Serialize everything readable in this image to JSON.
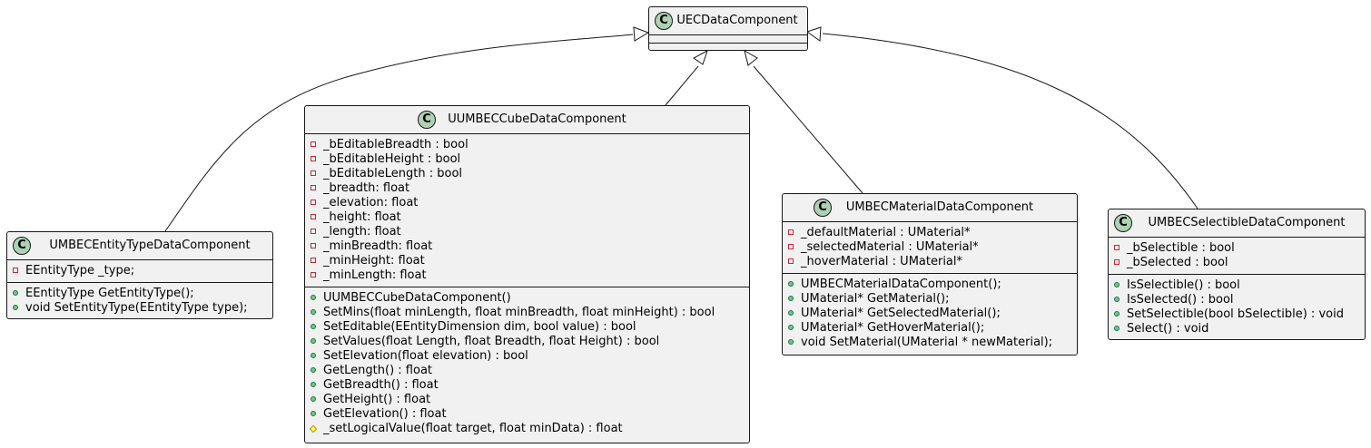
{
  "diagram": {
    "parent": {
      "stereotype_letter": "C",
      "name": "UECDataComponent",
      "fields": [],
      "methods": []
    },
    "children": [
      {
        "key": "entity-type",
        "stereotype_letter": "C",
        "name": "UMBECEntityTypeDataComponent",
        "fields": [
          {
            "visibility": "private",
            "text": "EEntityType _type;"
          }
        ],
        "methods": [
          {
            "visibility": "public",
            "text": "EEntityType GetEntityType();"
          },
          {
            "visibility": "public",
            "text": "void SetEntityType(EEntityType type);"
          }
        ]
      },
      {
        "key": "cube",
        "stereotype_letter": "C",
        "name": "UUMBECCubeDataComponent",
        "fields": [
          {
            "visibility": "private",
            "text": "_bEditableBreadth : bool"
          },
          {
            "visibility": "private",
            "text": "_bEditableHeight : bool"
          },
          {
            "visibility": "private",
            "text": "_bEditableLength : bool"
          },
          {
            "visibility": "private",
            "text": "_breadth: float"
          },
          {
            "visibility": "private",
            "text": "_elevation: float"
          },
          {
            "visibility": "private",
            "text": "_height: float"
          },
          {
            "visibility": "private",
            "text": "_length: float"
          },
          {
            "visibility": "private",
            "text": "_minBreadth: float"
          },
          {
            "visibility": "private",
            "text": "_minHeight: float"
          },
          {
            "visibility": "private",
            "text": "_minLength: float"
          }
        ],
        "methods": [
          {
            "visibility": "public",
            "text": "UUMBECCubeDataComponent()"
          },
          {
            "visibility": "public",
            "text": "SetMins(float minLength, float minBreadth, float minHeight) : bool"
          },
          {
            "visibility": "public",
            "text": "SetEditable(EEntityDimension dim, bool value) : bool"
          },
          {
            "visibility": "public",
            "text": "SetValues(float Length, float Breadth, float Height) : bool"
          },
          {
            "visibility": "public",
            "text": "SetElevation(float elevation) : bool"
          },
          {
            "visibility": "public",
            "text": "GetLength() : float"
          },
          {
            "visibility": "public",
            "text": "GetBreadth() : float"
          },
          {
            "visibility": "public",
            "text": "GetHeight() : float"
          },
          {
            "visibility": "public",
            "text": "GetElevation() : float"
          },
          {
            "visibility": "protected",
            "text": "_setLogicalValue(float target, float minData) : float"
          }
        ]
      },
      {
        "key": "material",
        "stereotype_letter": "C",
        "name": "UMBECMaterialDataComponent",
        "fields": [
          {
            "visibility": "private",
            "text": "_defaultMaterial : UMaterial*"
          },
          {
            "visibility": "private",
            "text": "_selectedMaterial : UMaterial*"
          },
          {
            "visibility": "private",
            "text": "_hoverMaterial : UMaterial*"
          }
        ],
        "methods": [
          {
            "visibility": "public",
            "text": "UMBECMaterialDataComponent();"
          },
          {
            "visibility": "public",
            "text": "UMaterial* GetMaterial();"
          },
          {
            "visibility": "public",
            "text": "UMaterial* GetSelectedMaterial();"
          },
          {
            "visibility": "public",
            "text": "UMaterial* GetHoverMaterial();"
          },
          {
            "visibility": "public",
            "text": "void SetMaterial(UMaterial * newMaterial);"
          }
        ]
      },
      {
        "key": "selectible",
        "stereotype_letter": "C",
        "name": "UMBECSelectibleDataComponent",
        "fields": [
          {
            "visibility": "private",
            "text": "_bSelectible : bool"
          },
          {
            "visibility": "private",
            "text": "_bSelected : bool"
          }
        ],
        "methods": [
          {
            "visibility": "public",
            "text": "IsSelectible() : bool"
          },
          {
            "visibility": "public",
            "text": "IsSelected() : bool"
          },
          {
            "visibility": "public",
            "text": "SetSelectible(bool bSelectible) : void"
          },
          {
            "visibility": "public",
            "text": "Select() : void"
          }
        ]
      }
    ],
    "colors": {
      "class_fill": "#F1F1F1",
      "border": "#181818",
      "stereotype_circle": "#ADD1B2",
      "private": "#C82930",
      "public_fill": "#84BE84",
      "public_border": "#038048",
      "protected_fill": "#FFFF44",
      "protected_border": "#B38D22"
    }
  }
}
